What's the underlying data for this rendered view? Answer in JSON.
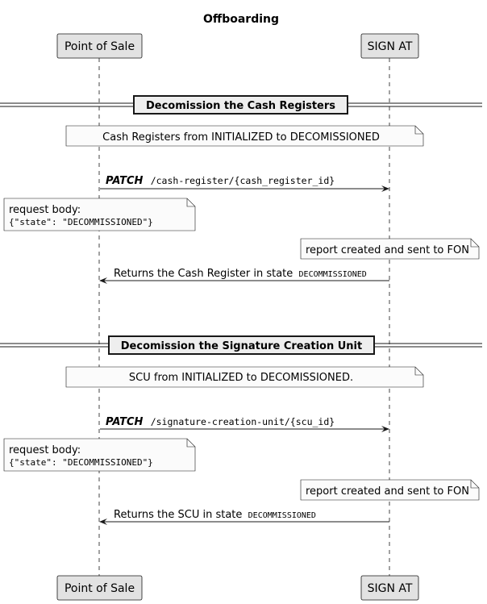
{
  "title": "Offboarding",
  "participants": {
    "pos": "Point of Sale",
    "sign": "SIGN AT"
  },
  "sections": [
    {
      "divider": "Decomission the Cash Registers",
      "state_note": "Cash Registers from INITIALIZED to DECOMISSIONED",
      "request": {
        "method": "PATCH",
        "path": "/cash-register/{cash_register_id}"
      },
      "body_note": {
        "label": "request body:",
        "json": "{\"state\": \"DECOMMISSIONED\"}"
      },
      "report_note": "report created and sent to FON",
      "response": {
        "text": "Returns the Cash Register in state",
        "state": "DECOMMISSIONED"
      }
    },
    {
      "divider": "Decomission the Signature Creation Unit",
      "state_note": "SCU from INITIALIZED to DECOMISSIONED.",
      "request": {
        "method": "PATCH",
        "path": "/signature-creation-unit/{scu_id}"
      },
      "body_note": {
        "label": "request body:",
        "json": "{\"state\": \"DECOMMISSIONED\"}"
      },
      "report_note": "report created and sent to FON",
      "response": {
        "text": "Returns the SCU in state",
        "state": "DECOMMISSIONED"
      }
    }
  ],
  "colors": {
    "participant_fill": "#E2E2E2",
    "note_fill": "#FBFBFB",
    "border": "#181818",
    "lifeline": "#181818"
  }
}
